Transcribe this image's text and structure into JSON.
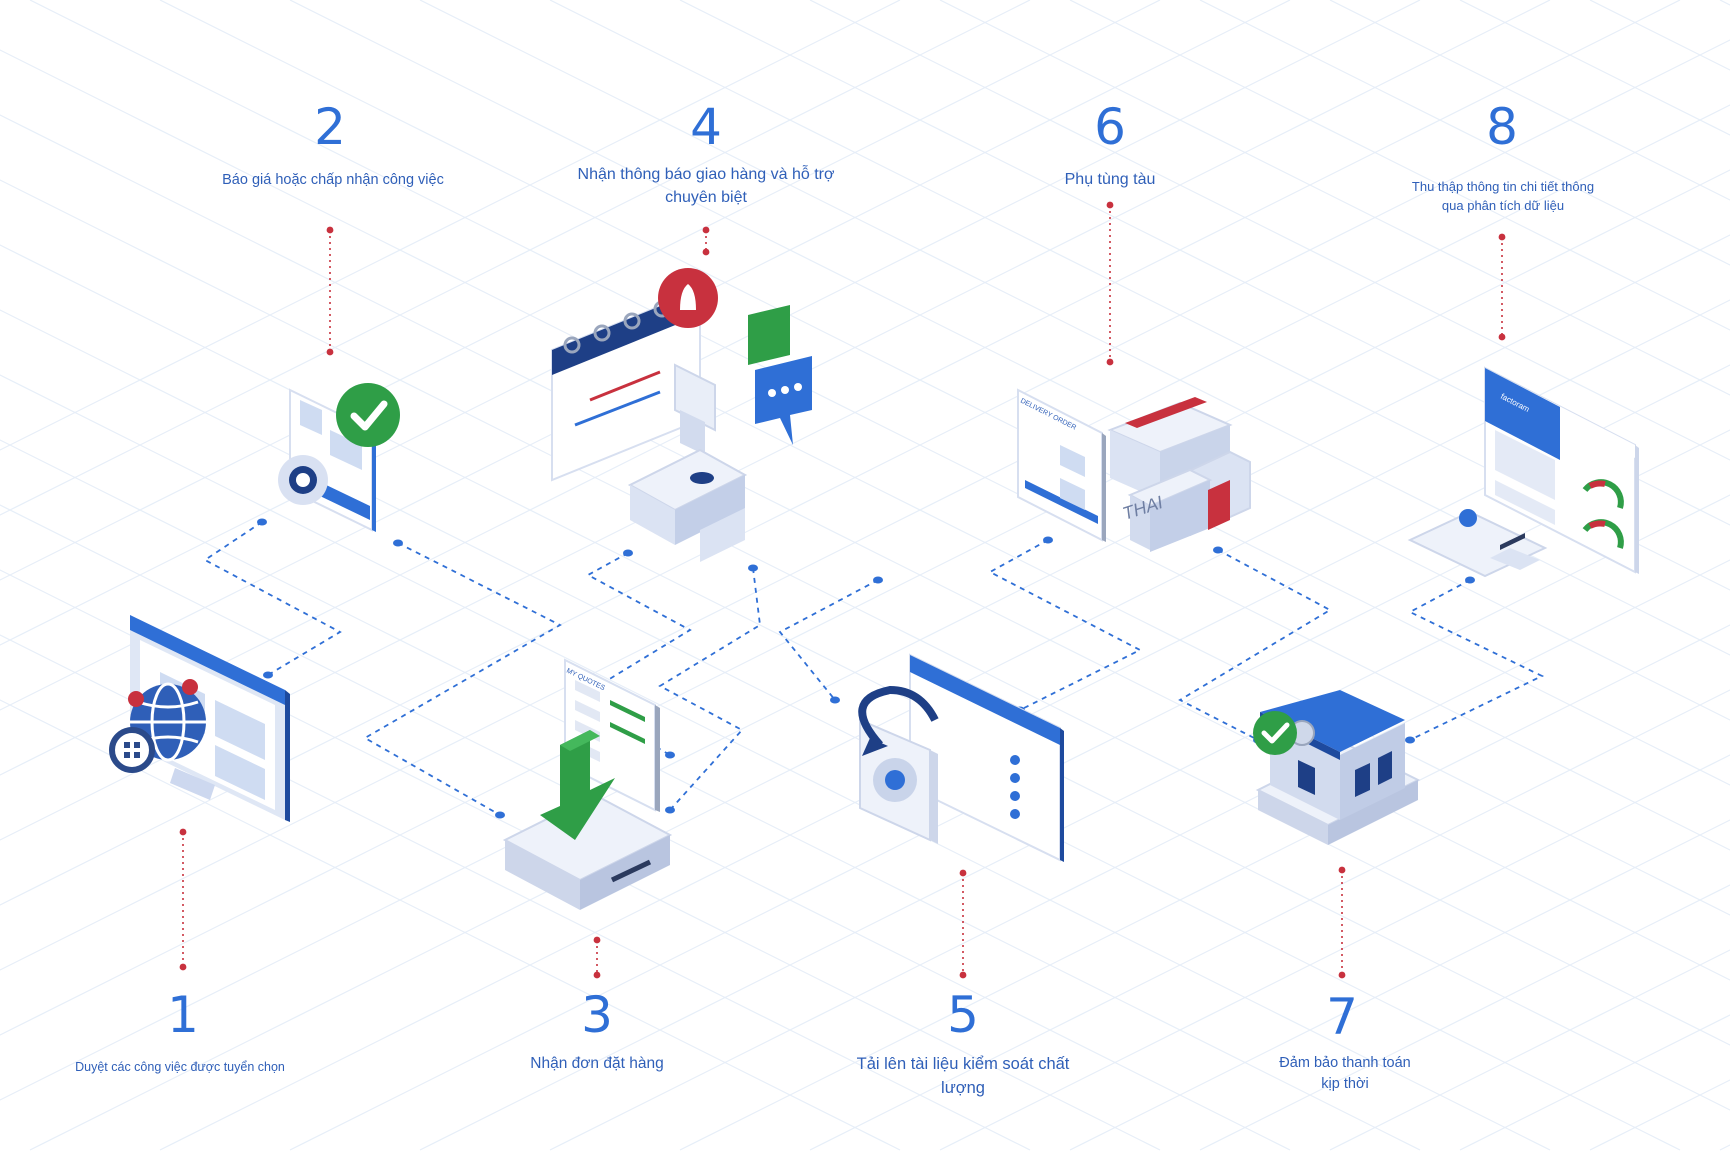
{
  "colors": {
    "accent": "#2f6fd6",
    "label": "#2f5fb8",
    "red_dot": "#c8313e",
    "blue_dot": "#2f6fd6",
    "grid": "#e6eef8",
    "green": "#2f9e47",
    "dark_blue": "#1e4a9e",
    "light_panel": "#eef2fa"
  },
  "steps": [
    {
      "number": "1",
      "label_lines": [
        "Duyệt các công việc được tuyển chọn"
      ],
      "icon": "website-globe-icon"
    },
    {
      "number": "2",
      "label_lines": [
        "Báo giá hoặc chấp nhận công việc"
      ],
      "icon": "quote-accept-icon"
    },
    {
      "number": "3",
      "label_lines": [
        "Nhận đơn đặt hàng"
      ],
      "icon": "order-download-icon"
    },
    {
      "number": "4",
      "label_lines": [
        "Nhận thông báo giao hàng và hỗ trợ",
        "chuyên biệt"
      ],
      "icon": "calendar-notification-icon"
    },
    {
      "number": "5",
      "label_lines": [
        "Tải lên tài liệu kiểm soát chất",
        "lượng"
      ],
      "icon": "quality-upload-icon"
    },
    {
      "number": "6",
      "label_lines": [
        "Phụ tùng tàu"
      ],
      "icon": "shipping-boxes-icon"
    },
    {
      "number": "7",
      "label_lines": [
        "Đảm bảo thanh toán",
        "kịp thời"
      ],
      "icon": "bank-payment-icon"
    },
    {
      "number": "8",
      "label_lines": [
        "Thu thập thông tin chi tiết thông",
        "qua phân tích dữ liệu"
      ],
      "icon": "analytics-dashboard-icon"
    }
  ],
  "illustration_text": {
    "site_title": "yếu tố",
    "orders_panel": "MY QUOTES",
    "delivery_panel": "DELIVERY ORDER",
    "crate_mark": "THAI",
    "dashboard_brand": "factoram"
  }
}
